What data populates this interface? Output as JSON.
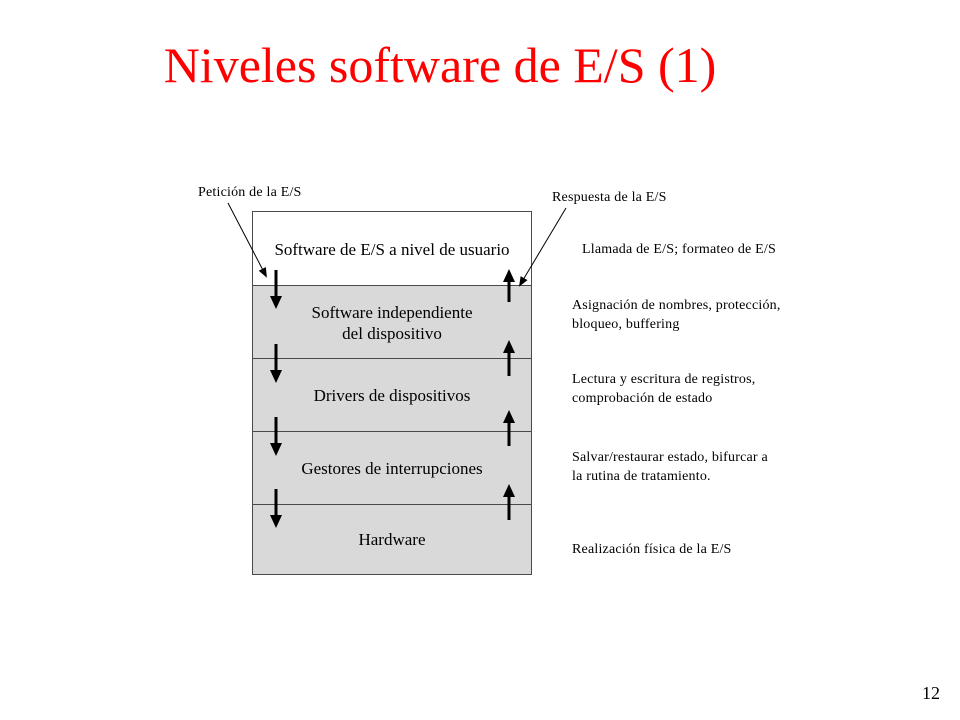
{
  "slide": {
    "title": "Niveles software de E/S (1)",
    "page_number": "12"
  },
  "colors": {
    "title": "#ff0000",
    "layer_fill": "#d9d9d9",
    "top_layer_fill": "#ffffff",
    "border": "#4a4a4a"
  },
  "callouts": {
    "request": "Petición de la E/S",
    "response": "Respuesta de la E/S"
  },
  "layers": [
    {
      "name": "Software de E/S a nivel de usuario",
      "description": "Llamada de E/S; formateo de E/S"
    },
    {
      "name_line1": "Software independiente",
      "name_line2": "del dispositivo",
      "description_line1": "Asignación de nombres, protección,",
      "description_line2": "bloqueo, buffering"
    },
    {
      "name": "Drivers de dispositivos",
      "description_line1": "Lectura y escritura de registros,",
      "description_line2": "comprobación de estado"
    },
    {
      "name": "Gestores de interrupciones",
      "description_line1": "Salvar/restaurar estado, bifurcar a",
      "description_line2": "la rutina de tratamiento."
    },
    {
      "name": "Hardware",
      "description": "Realización física de la E/S"
    }
  ],
  "arrows": {
    "down_icon": "arrow-down-icon",
    "up_icon": "arrow-up-icon"
  }
}
